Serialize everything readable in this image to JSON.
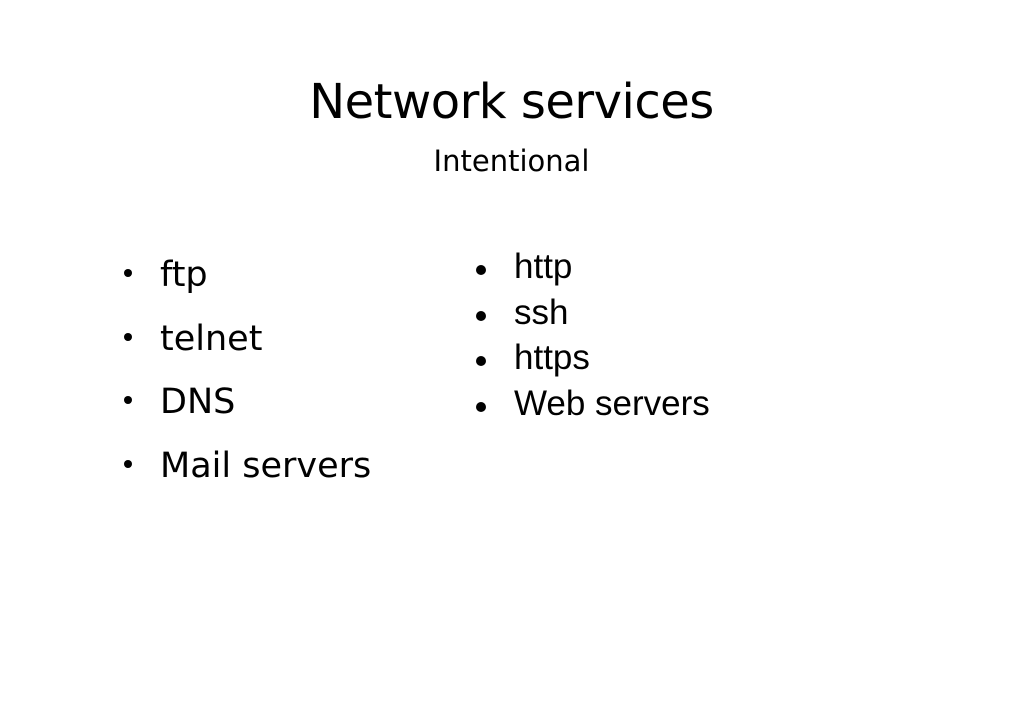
{
  "slide": {
    "title": "Network services",
    "subtitle": "Intentional",
    "left_items": [
      {
        "label": "ftp"
      },
      {
        "label": "telnet"
      },
      {
        "label": "DNS"
      },
      {
        "label": "Mail servers"
      }
    ],
    "right_items": [
      {
        "label": "http"
      },
      {
        "label": "ssh"
      },
      {
        "label": "https"
      },
      {
        "label": "Web servers"
      }
    ]
  }
}
